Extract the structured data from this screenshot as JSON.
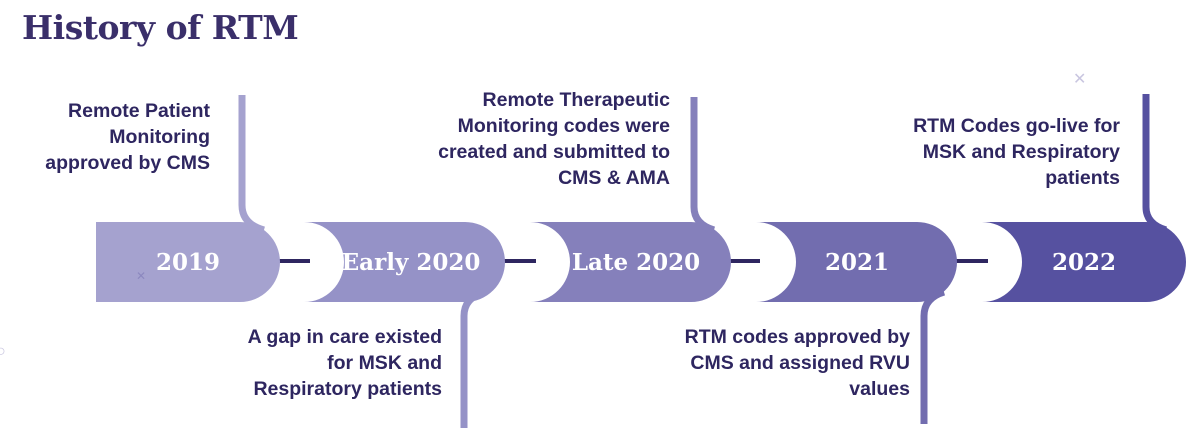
{
  "title": "History of RTM",
  "segments": [
    {
      "label": "2019",
      "color": "#a5a2cf"
    },
    {
      "label": "Early 2020",
      "color": "#9592c7"
    },
    {
      "label": "Late 2020",
      "color": "#8580bb"
    },
    {
      "label": "2021",
      "color": "#726daf"
    },
    {
      "label": "2022",
      "color": "#5651a0"
    }
  ],
  "connector_color": "#2e2660",
  "events": [
    {
      "text": "Remote Patient Monitoring approved by CMS"
    },
    {
      "text": "A gap in care existed for MSK and Respiratory patients"
    },
    {
      "text": "Remote Therapeutic Monitoring codes were created and submitted to CMS & AMA"
    },
    {
      "text": "RTM codes approved by CMS and assigned RVU values"
    },
    {
      "text": "RTM Codes go-live for MSK and Respiratory patients"
    }
  ]
}
